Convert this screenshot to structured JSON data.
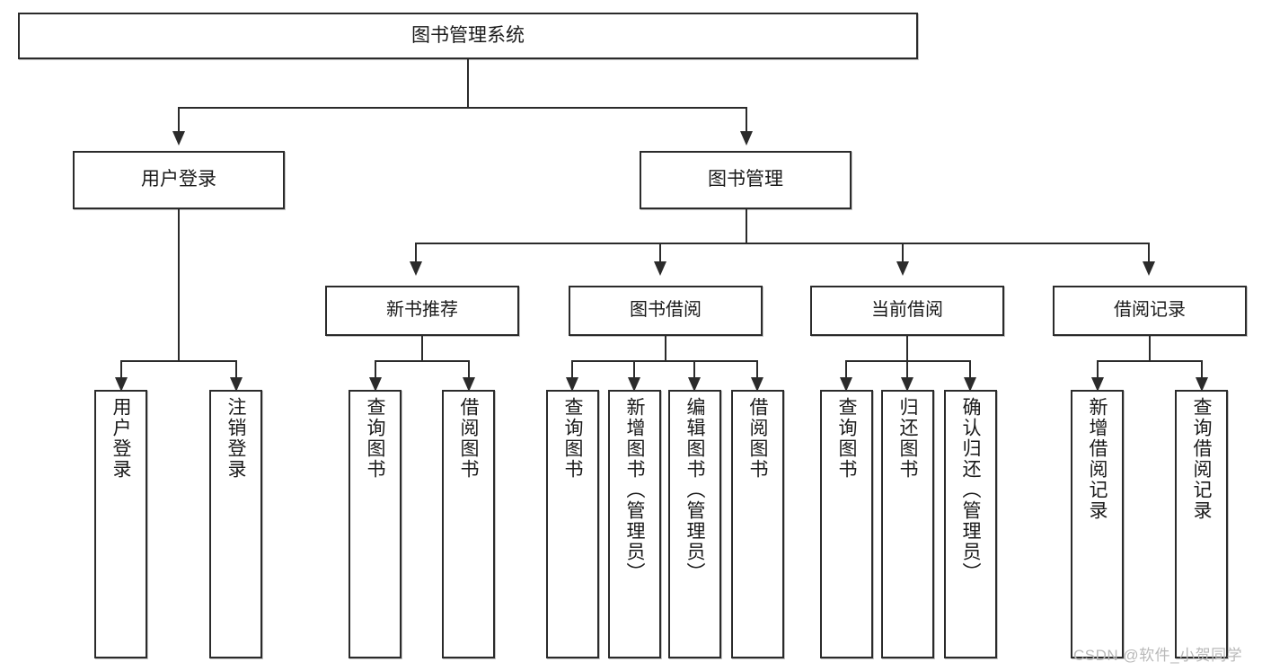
{
  "diagram": {
    "title": "图书管理系统",
    "type": "functional-structure-tree",
    "root": {
      "label": "图书管理系统"
    },
    "level2": [
      {
        "label": "用户登录"
      },
      {
        "label": "图书管理"
      }
    ],
    "level3": [
      {
        "label": "新书推荐"
      },
      {
        "label": "图书借阅"
      },
      {
        "label": "当前借阅"
      },
      {
        "label": "借阅记录"
      }
    ],
    "leaves": {
      "user_login": [
        {
          "label": "用户登录"
        },
        {
          "label": "注销登录"
        }
      ],
      "new_book_recommend": [
        {
          "label": "查询图书"
        },
        {
          "label": "借阅图书"
        }
      ],
      "book_borrow": [
        {
          "label": "查询图书"
        },
        {
          "label": "新增图书（管理员）"
        },
        {
          "label": "编辑图书（管理员）"
        },
        {
          "label": "借阅图书"
        }
      ],
      "current_borrow": [
        {
          "label": "查询图书"
        },
        {
          "label": "归还图书"
        },
        {
          "label": "确认归还（管理员）"
        }
      ],
      "borrow_record": [
        {
          "label": "新增借阅记录"
        },
        {
          "label": "查询借阅记录"
        }
      ]
    }
  },
  "watermark": {
    "text": "CSDN @软件_小贺同学"
  },
  "colors": {
    "stroke": "#2b2b2b",
    "fill": "#ffffff",
    "text": "#1a1a1a",
    "watermark": "#b9b9b9"
  }
}
